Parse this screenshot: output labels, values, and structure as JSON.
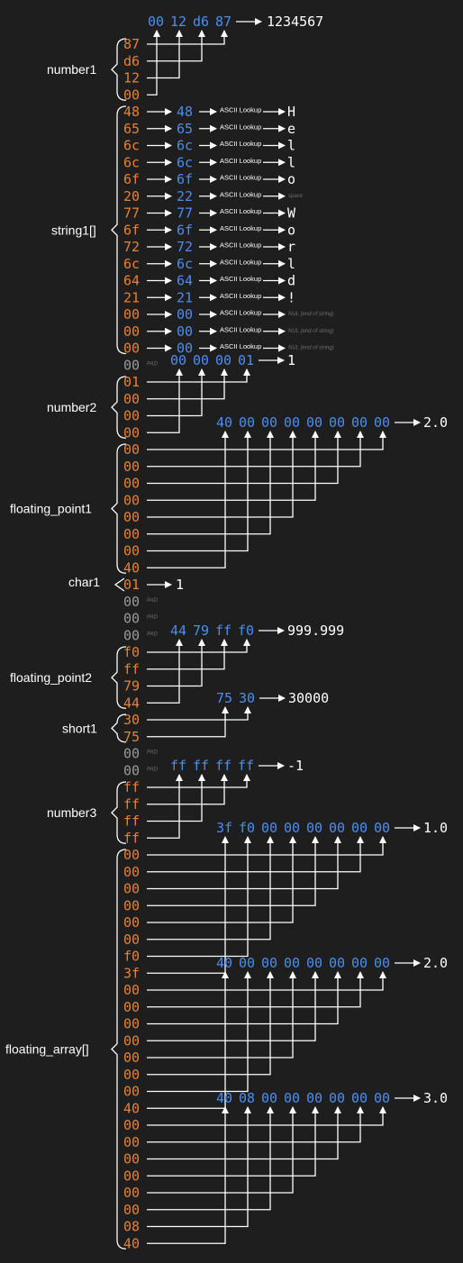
{
  "colors": {
    "background": "#1e1e1e",
    "byte_orange": "#e8822d",
    "value_blue": "#4a8ef0",
    "line_white": "#ffffff",
    "label_white": "#ffffff",
    "pad_gray": "#9a9a9a",
    "note_gray": "#6e6e6e"
  },
  "texts": {
    "lookup": "ASCII Lookup",
    "pad": "PAD",
    "nul_note": "NUL (end of string)",
    "space_note": "space"
  },
  "groups": [
    {
      "name": "number1",
      "type": "int",
      "bytes": [
        "87",
        "d6",
        "12",
        "00"
      ],
      "value_hex": [
        "00",
        "12",
        "d6",
        "87"
      ],
      "result": "1234567"
    },
    {
      "name": "string1[]",
      "type": "string",
      "bytes": [
        "48",
        "65",
        "6c",
        "6c",
        "6f",
        "20",
        "77",
        "6f",
        "72",
        "6c",
        "64",
        "21",
        "00",
        "00",
        "00"
      ],
      "hex": [
        "48",
        "65",
        "6c",
        "6c",
        "6f",
        "22",
        "77",
        "6f",
        "72",
        "6c",
        "64",
        "21",
        "00",
        "00",
        "00"
      ],
      "chars": [
        "H",
        "e",
        "l",
        "l",
        "o",
        "",
        "W",
        "o",
        "r",
        "l",
        "d",
        "!",
        "",
        "",
        ""
      ]
    },
    {
      "name": "number2",
      "type": "int",
      "pad_before": 1,
      "bytes": [
        "01",
        "00",
        "00",
        "00"
      ],
      "value_hex": [
        "00",
        "00",
        "00",
        "01"
      ],
      "result": "1"
    },
    {
      "name": "floating_point1",
      "type": "double",
      "bytes": [
        "00",
        "00",
        "00",
        "00",
        "00",
        "00",
        "00",
        "40"
      ],
      "value_hex": [
        "40",
        "00",
        "00",
        "00",
        "00",
        "00",
        "00",
        "00"
      ],
      "result": "2.0"
    },
    {
      "name": "char1",
      "type": "char",
      "bytes": [
        "01"
      ],
      "result": "1"
    },
    {
      "name": "floating_point2",
      "type": "int",
      "pad_before": 3,
      "bytes": [
        "f0",
        "ff",
        "79",
        "44"
      ],
      "value_hex": [
        "44",
        "79",
        "ff",
        "f0"
      ],
      "result": "999.999"
    },
    {
      "name": "short1",
      "type": "int",
      "bytes": [
        "30",
        "75"
      ],
      "value_hex": [
        "75",
        "30"
      ],
      "result": "30000"
    },
    {
      "name": "number3",
      "type": "int",
      "pad_before": 2,
      "bytes": [
        "ff",
        "ff",
        "ff",
        "ff"
      ],
      "value_hex": [
        "ff",
        "ff",
        "ff",
        "ff"
      ],
      "result": "-1"
    },
    {
      "name": "floating_array[]",
      "type": "double_array",
      "bytes": [
        "00",
        "00",
        "00",
        "00",
        "00",
        "00",
        "f0",
        "3f",
        "00",
        "00",
        "00",
        "00",
        "00",
        "00",
        "00",
        "40",
        "00",
        "00",
        "00",
        "00",
        "00",
        "00",
        "08",
        "40"
      ],
      "elements": [
        {
          "value_hex": [
            "3f",
            "f0",
            "00",
            "00",
            "00",
            "00",
            "00",
            "00"
          ],
          "result": "1.0"
        },
        {
          "value_hex": [
            "40",
            "00",
            "00",
            "00",
            "00",
            "00",
            "00",
            "00"
          ],
          "result": "2.0"
        },
        {
          "value_hex": [
            "40",
            "08",
            "00",
            "00",
            "00",
            "00",
            "00",
            "00"
          ],
          "result": "3.0"
        }
      ]
    }
  ]
}
